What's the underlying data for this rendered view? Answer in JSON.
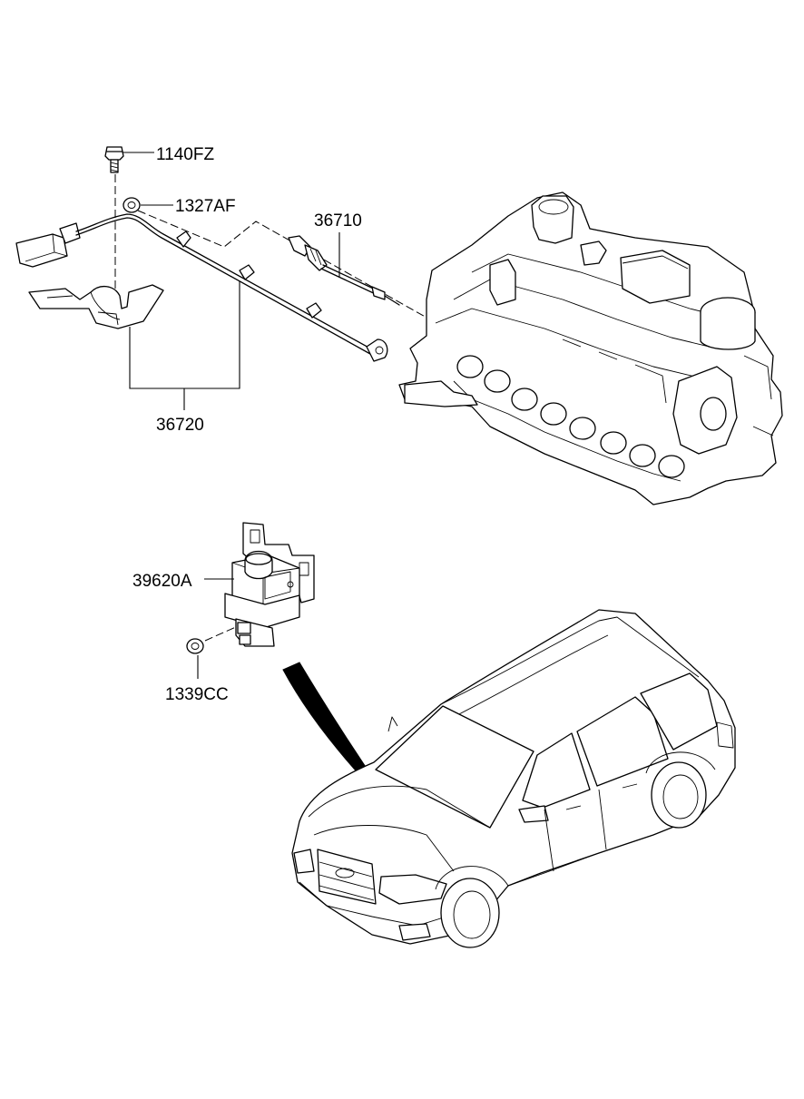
{
  "labels": {
    "bolt": "1140FZ",
    "nut_upper": "1327AF",
    "glow_plug": "36710",
    "harness": "36720",
    "relay": "39620A",
    "nut_lower": "1339CC"
  }
}
